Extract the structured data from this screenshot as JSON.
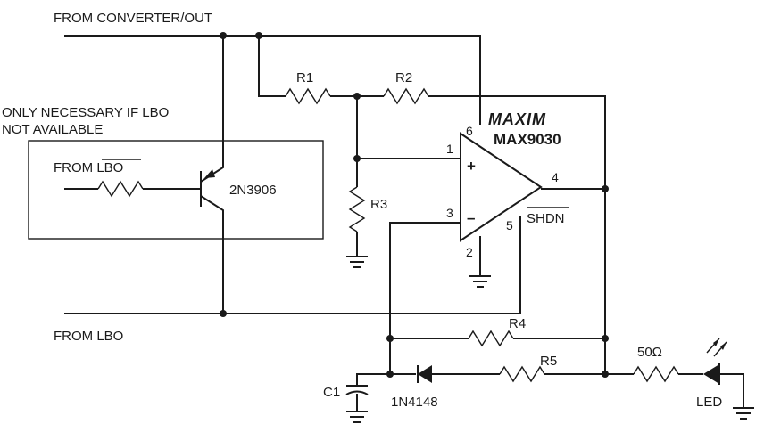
{
  "labels": {
    "from_converter": "FROM CONVERTER/OUT",
    "from_lbo_top": "FROM LBO",
    "from_lbo_bottom": "FROM LBO",
    "note_line1": "ONLY NECESSARY IF LBO",
    "note_line2": "NOT AVAILABLE",
    "transistor": "2N3906",
    "brand": "MAXIM",
    "ic": "MAX9030",
    "shdn": "SHDN",
    "pin1": "1",
    "pin2": "2",
    "pin3": "3",
    "pin4": "4",
    "pin5": "5",
    "pin6": "6",
    "plus": "+",
    "minus": "–",
    "r1": "R1",
    "r2": "R2",
    "r3": "R3",
    "r4": "R4",
    "r5": "R5",
    "r_led": "50Ω",
    "c1": "C1",
    "diode": "1N4148",
    "led": "LED"
  }
}
